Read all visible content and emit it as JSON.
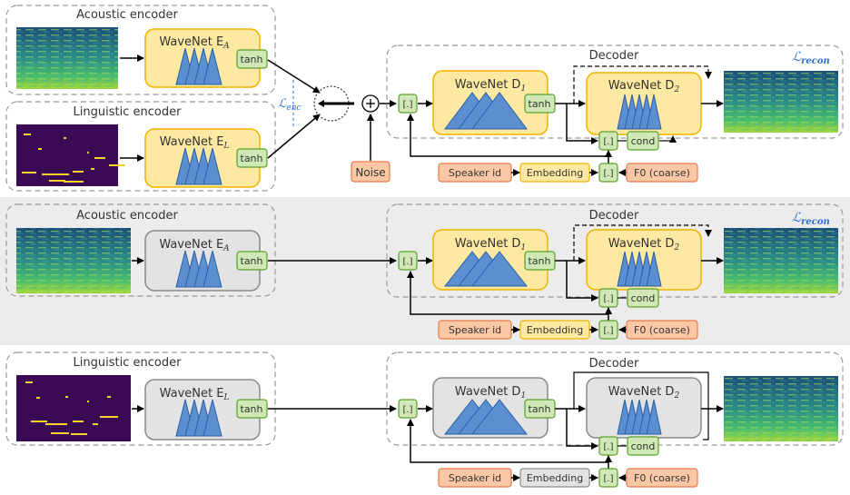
{
  "colors": {
    "panel_bg_middle": "#ececec",
    "box_yellow_fill": "#fde9a2",
    "box_yellow_stroke": "#f0b400",
    "box_gray_fill": "#e3e3e3",
    "box_gray_stroke": "#8a8a8a",
    "small_green_fill": "#cfe8b6",
    "small_green_stroke": "#5aa02c",
    "orange_fill": "#fbc8a6",
    "orange_stroke": "#e8794a",
    "triangle_blue": "#5b8fd0",
    "triangle_stroke": "#2a5ea8",
    "loss_blue": "#2f6fd0"
  },
  "rows": [
    {
      "acoustic_encoder_label": "Acoustic encoder",
      "linguistic_encoder_label": "Linguistic encoder",
      "wavenet_EA": "WaveNet E",
      "wavenet_EA_sub": "A",
      "wavenet_EL": "WaveNet E",
      "wavenet_EL_sub": "L",
      "tanh": "tanh",
      "loss_enc": "ℒ",
      "loss_enc_sub": "enc",
      "noise": "Noise",
      "decoder_label": "Decoder",
      "d1": "WaveNet D",
      "d1_sub": "1",
      "d2": "WaveNet D",
      "d2_sub": "2",
      "loss_recon": "ℒ",
      "loss_recon_sub": "recon",
      "concat": "[.]",
      "cond": "cond",
      "speaker_id": "Speaker id",
      "embedding": "Embedding",
      "f0": "F0 (coarse)"
    },
    {
      "acoustic_encoder_label": "Acoustic encoder",
      "wavenet_EA": "WaveNet E",
      "wavenet_EA_sub": "A",
      "tanh": "tanh",
      "decoder_label": "Decoder",
      "d1": "WaveNet D",
      "d1_sub": "1",
      "d2": "WaveNet D",
      "d2_sub": "2",
      "loss_recon": "ℒ",
      "loss_recon_sub": "recon",
      "concat": "[.]",
      "cond": "cond",
      "speaker_id": "Speaker id",
      "embedding": "Embedding",
      "f0": "F0 (coarse)"
    },
    {
      "linguistic_encoder_label": "Linguistic encoder",
      "wavenet_EL": "WaveNet E",
      "wavenet_EL_sub": "L",
      "tanh": "tanh",
      "decoder_label": "Decoder",
      "d1": "WaveNet D",
      "d1_sub": "1",
      "d2": "WaveNet D",
      "d2_sub": "2",
      "concat": "[.]",
      "cond": "cond",
      "speaker_id": "Speaker id",
      "embedding": "Embedding",
      "f0": "F0 (coarse)"
    }
  ]
}
